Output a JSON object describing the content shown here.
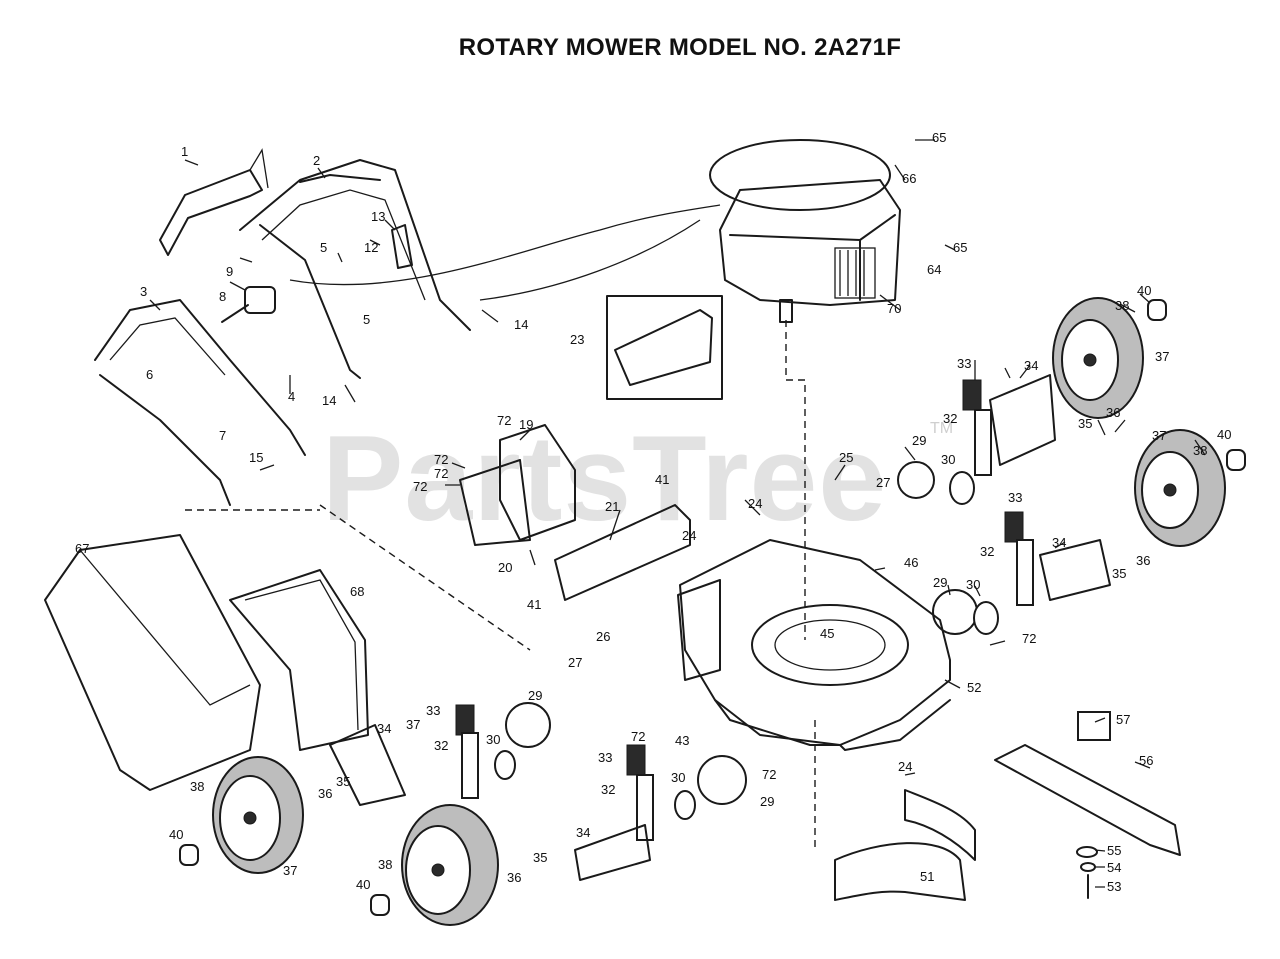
{
  "title": "ROTARY MOWER MODEL NO. 2A271F",
  "watermark": "PartsTree",
  "watermark_tm": "TM",
  "callouts": [
    {
      "id": "c1",
      "text": "1"
    },
    {
      "id": "c2",
      "text": "2"
    },
    {
      "id": "c3",
      "text": "3"
    },
    {
      "id": "c4",
      "text": "4"
    },
    {
      "id": "c5a",
      "text": "5"
    },
    {
      "id": "c5b",
      "text": "5"
    },
    {
      "id": "c6",
      "text": "6"
    },
    {
      "id": "c7",
      "text": "7"
    },
    {
      "id": "c8",
      "text": "8"
    },
    {
      "id": "c9",
      "text": "9"
    },
    {
      "id": "c12",
      "text": "12"
    },
    {
      "id": "c13",
      "text": "13"
    },
    {
      "id": "c14a",
      "text": "14"
    },
    {
      "id": "c14b",
      "text": "14"
    },
    {
      "id": "c15",
      "text": "15"
    },
    {
      "id": "c19",
      "text": "19"
    },
    {
      "id": "c20",
      "text": "20"
    },
    {
      "id": "c21",
      "text": "21"
    },
    {
      "id": "c23",
      "text": "23"
    },
    {
      "id": "c24a",
      "text": "24"
    },
    {
      "id": "c24b",
      "text": "24"
    },
    {
      "id": "c24c",
      "text": "24"
    },
    {
      "id": "c25",
      "text": "25"
    },
    {
      "id": "c26",
      "text": "26"
    },
    {
      "id": "c27a",
      "text": "27"
    },
    {
      "id": "c27b",
      "text": "27"
    },
    {
      "id": "c29a",
      "text": "29"
    },
    {
      "id": "c29b",
      "text": "29"
    },
    {
      "id": "c29c",
      "text": "29"
    },
    {
      "id": "c29d",
      "text": "29"
    },
    {
      "id": "c30a",
      "text": "30"
    },
    {
      "id": "c30b",
      "text": "30"
    },
    {
      "id": "c30c",
      "text": "30"
    },
    {
      "id": "c30d",
      "text": "30"
    },
    {
      "id": "c32a",
      "text": "32"
    },
    {
      "id": "c32b",
      "text": "32"
    },
    {
      "id": "c32c",
      "text": "32"
    },
    {
      "id": "c32d",
      "text": "32"
    },
    {
      "id": "c33a",
      "text": "33"
    },
    {
      "id": "c33b",
      "text": "33"
    },
    {
      "id": "c33c",
      "text": "33"
    },
    {
      "id": "c33d",
      "text": "33"
    },
    {
      "id": "c34a",
      "text": "34"
    },
    {
      "id": "c34b",
      "text": "34"
    },
    {
      "id": "c34c",
      "text": "34"
    },
    {
      "id": "c34d",
      "text": "34"
    },
    {
      "id": "c35a",
      "text": "35"
    },
    {
      "id": "c35b",
      "text": "35"
    },
    {
      "id": "c35c",
      "text": "35"
    },
    {
      "id": "c35d",
      "text": "35"
    },
    {
      "id": "c36a",
      "text": "36"
    },
    {
      "id": "c36b",
      "text": "36"
    },
    {
      "id": "c36c",
      "text": "36"
    },
    {
      "id": "c36d",
      "text": "36"
    },
    {
      "id": "c37a",
      "text": "37"
    },
    {
      "id": "c37b",
      "text": "37"
    },
    {
      "id": "c37c",
      "text": "37"
    },
    {
      "id": "c37d",
      "text": "37"
    },
    {
      "id": "c38a",
      "text": "38"
    },
    {
      "id": "c38b",
      "text": "38"
    },
    {
      "id": "c38c",
      "text": "38"
    },
    {
      "id": "c38d",
      "text": "38"
    },
    {
      "id": "c40a",
      "text": "40"
    },
    {
      "id": "c40b",
      "text": "40"
    },
    {
      "id": "c40c",
      "text": "40"
    },
    {
      "id": "c40d",
      "text": "40"
    },
    {
      "id": "c41a",
      "text": "41"
    },
    {
      "id": "c41b",
      "text": "41"
    },
    {
      "id": "c43",
      "text": "43"
    },
    {
      "id": "c45",
      "text": "45"
    },
    {
      "id": "c46",
      "text": "46"
    },
    {
      "id": "c51",
      "text": "51"
    },
    {
      "id": "c52",
      "text": "52"
    },
    {
      "id": "c53",
      "text": "53"
    },
    {
      "id": "c54",
      "text": "54"
    },
    {
      "id": "c55",
      "text": "55"
    },
    {
      "id": "c56",
      "text": "56"
    },
    {
      "id": "c57",
      "text": "57"
    },
    {
      "id": "c64",
      "text": "64"
    },
    {
      "id": "c65a",
      "text": "65"
    },
    {
      "id": "c65b",
      "text": "65"
    },
    {
      "id": "c66",
      "text": "66"
    },
    {
      "id": "c67",
      "text": "67"
    },
    {
      "id": "c68",
      "text": "68"
    },
    {
      "id": "c70",
      "text": "70"
    },
    {
      "id": "c72a",
      "text": "72"
    },
    {
      "id": "c72b",
      "text": "72"
    },
    {
      "id": "c72c",
      "text": "72"
    },
    {
      "id": "c72d",
      "text": "72"
    },
    {
      "id": "c72e",
      "text": "72"
    },
    {
      "id": "c72f",
      "text": "72"
    },
    {
      "id": "c72g",
      "text": "72"
    }
  ]
}
